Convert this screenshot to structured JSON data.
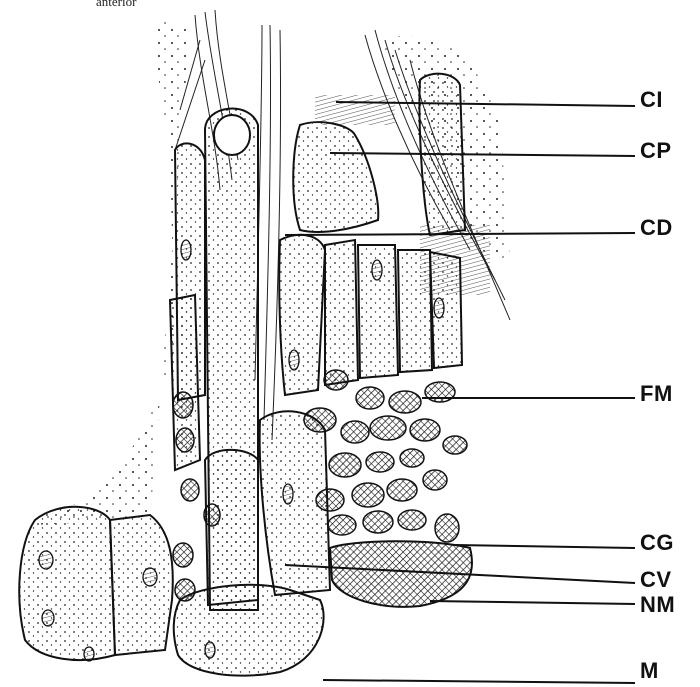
{
  "figure": {
    "caption_fragment": "anterior",
    "labels": [
      {
        "id": "ci",
        "text": "CI"
      },
      {
        "id": "cp",
        "text": "CP"
      },
      {
        "id": "cd",
        "text": "CD"
      },
      {
        "id": "fm",
        "text": "FM"
      },
      {
        "id": "cg",
        "text": "CG"
      },
      {
        "id": "cv",
        "text": "CV"
      },
      {
        "id": "nm",
        "text": "NM"
      },
      {
        "id": "m",
        "text": "M"
      }
    ]
  }
}
